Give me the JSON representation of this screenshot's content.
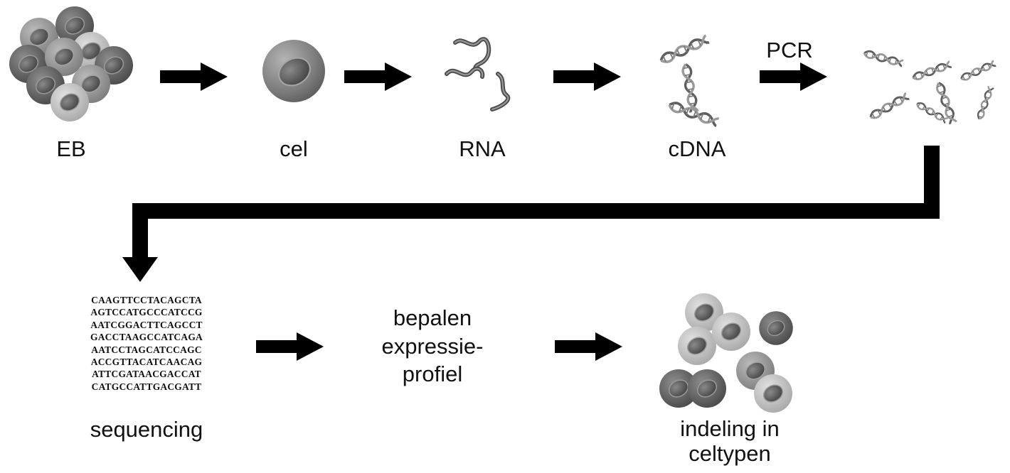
{
  "labels": {
    "eb": "EB",
    "cell": "cel",
    "rna": "RNA",
    "cdna": "cDNA",
    "pcr": "PCR",
    "sequencing": "sequencing",
    "expression_line1": "bepalen",
    "expression_line2": "expressie-",
    "expression_line3": "profiel",
    "celltypes_line1": "indeling in",
    "celltypes_line2": "celtypen"
  },
  "sequence_lines": [
    "CAAGTTCCTACAGCTA",
    "AGTCCATGCCCATCCG",
    "AATCGGACTTCAGCCT",
    "GACCTAAGCCATCAGA",
    "AATCCTAGCATCCAGC",
    "ACCGTTACATCAACAG",
    "ATTCGATAACGACCAT",
    "CATGCCATTGACGATT"
  ],
  "colors": {
    "arrow": "#000000",
    "cell_light": "#c6c6c6",
    "cell_mid": "#9a9a9a",
    "cell_dark": "#6a6a6a",
    "nucleus": "#5a5a5a",
    "strand": "#6e6e6e"
  }
}
